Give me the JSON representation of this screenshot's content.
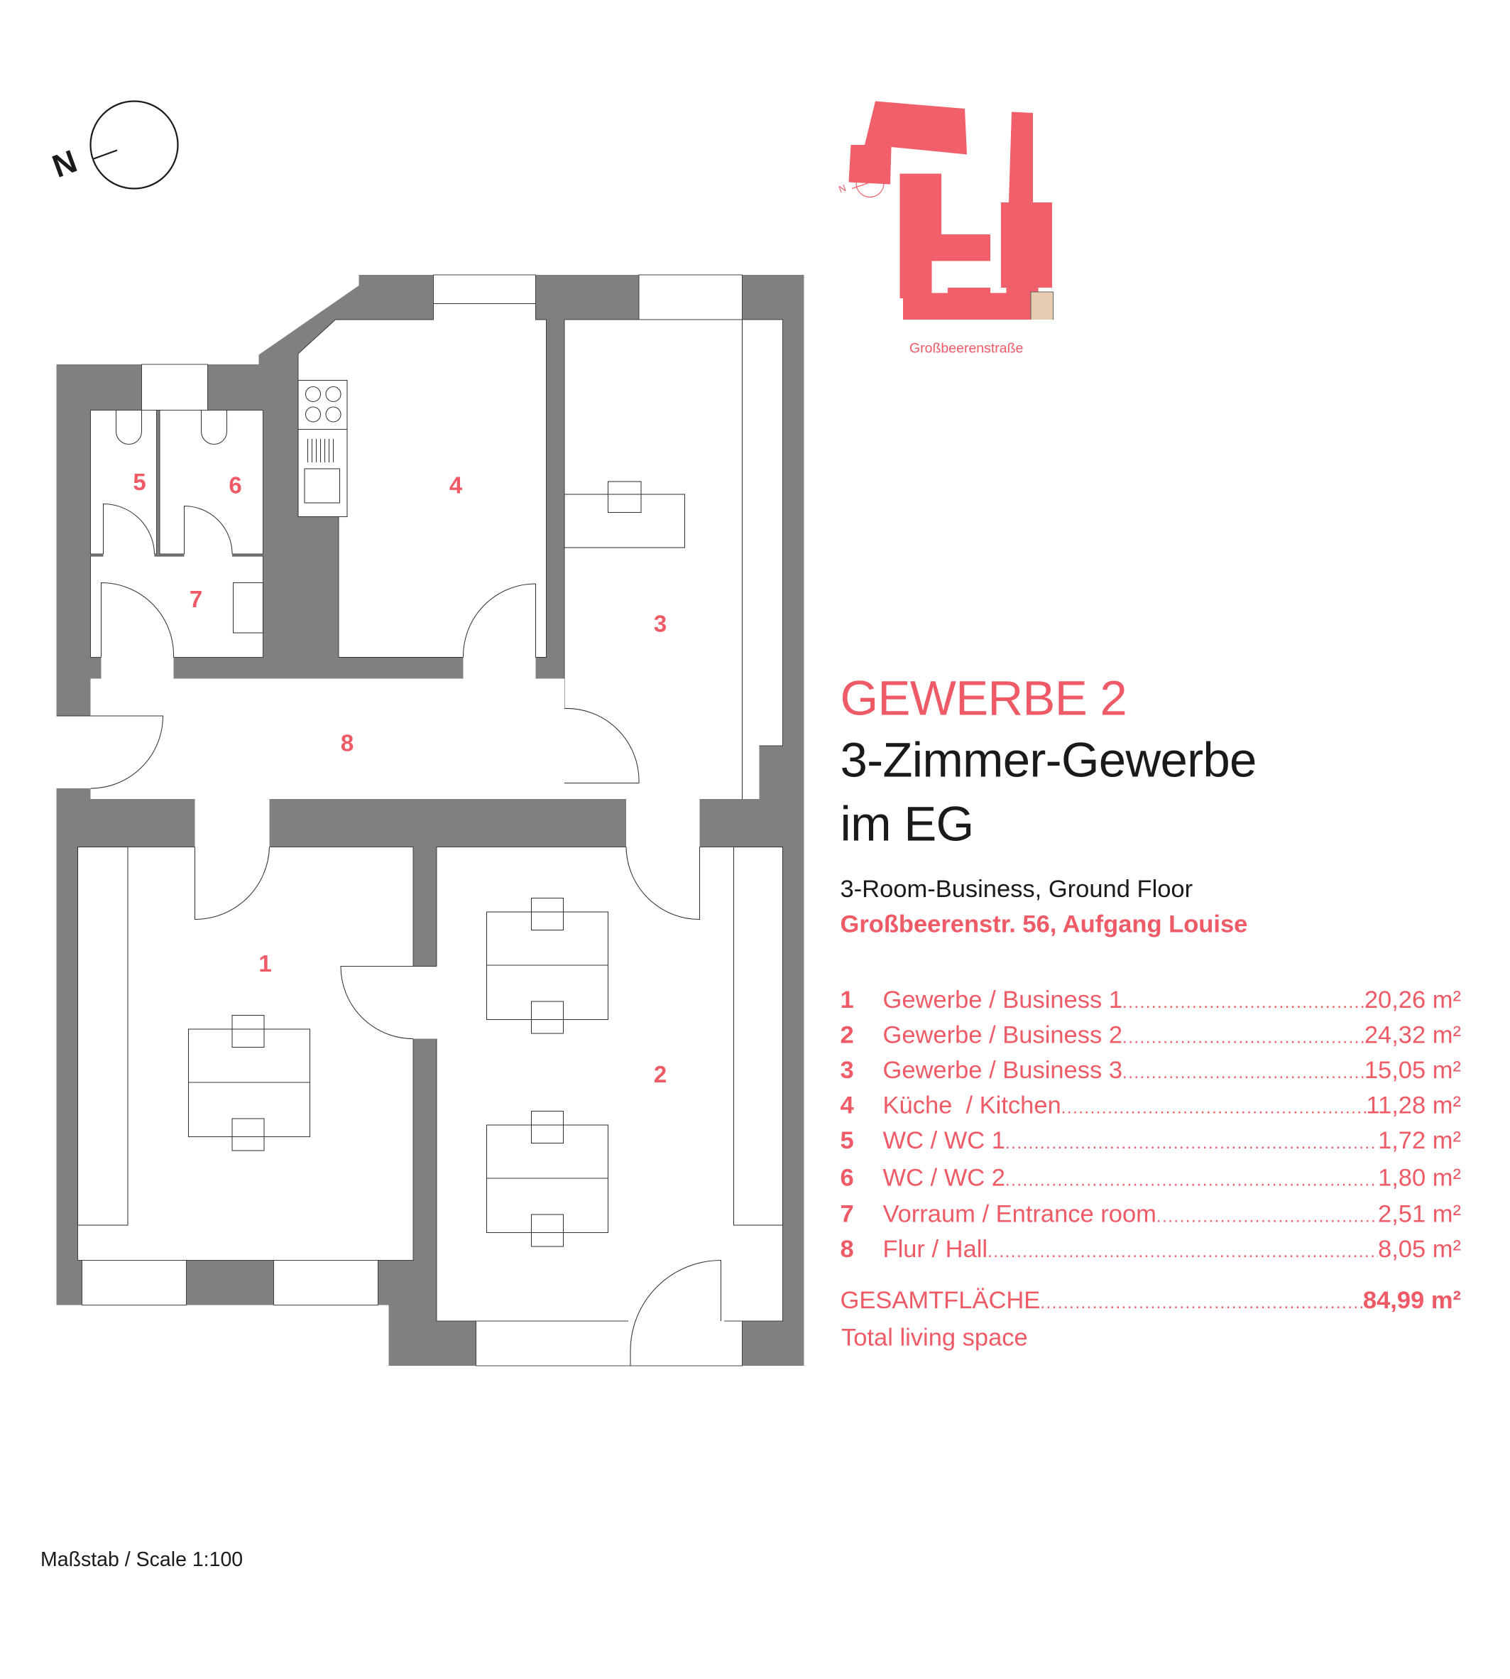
{
  "header": {
    "title": "GEWERBE 2",
    "subtitle_line1": "3-Zimmer-Gewerbe",
    "subtitle_line2": "im EG",
    "english": "3-Room-Business, Ground Floor",
    "address": "Großbeerenstr. 56, Aufgang Louise"
  },
  "rooms": [
    {
      "num": "1",
      "label": "Gewerbe / Business 1",
      "area": "20,26 m²"
    },
    {
      "num": "2",
      "label": "Gewerbe / Business 2",
      "area": "24,32 m²"
    },
    {
      "num": "3",
      "label": "Gewerbe / Business 3",
      "area": "15,05 m²"
    },
    {
      "num": "4",
      "label": "Küche  / Kitchen",
      "area": "11,28 m²"
    },
    {
      "num": "5",
      "label": "WC / WC 1",
      "area": "1,72 m²"
    },
    {
      "num": "6",
      "label": "WC / WC 2",
      "area": "1,80 m²"
    },
    {
      "num": "7",
      "label": "Vorraum / Entrance room",
      "area": "2,51 m²"
    },
    {
      "num": "8",
      "label": "Flur / Hall",
      "area": "8,05 m²"
    }
  ],
  "total": {
    "label": "GESAMTFLÄCHE",
    "area": "84,99 m²",
    "english": "Total living space"
  },
  "locator": {
    "street": "Großbeerenstraße",
    "compass_letter": "N"
  },
  "compass": {
    "letter": "N"
  },
  "scale": "Maßstab / Scale 1:100",
  "dots": "......................................................................................................",
  "colors": {
    "accent": "#ee5a66",
    "wall": "#808080",
    "highlight": "#e6ccb0"
  }
}
